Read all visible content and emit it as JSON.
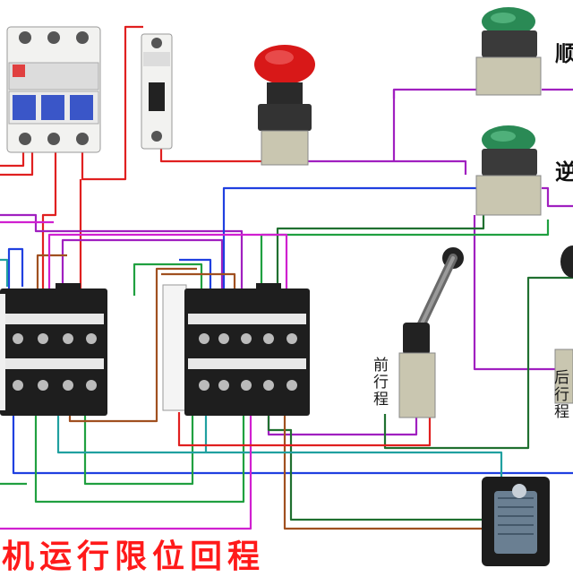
{
  "labels": {
    "forward_button": "顺",
    "reverse_button": "逆",
    "front_limit": "前行程",
    "rear_limit": "后行程",
    "title": "机运行限位回程"
  },
  "colors": {
    "wire_red": "#e02020",
    "wire_purple": "#a020c0",
    "wire_blue": "#2040e0",
    "wire_green": "#20a040",
    "wire_brown": "#a05020",
    "wire_teal": "#20a0a0",
    "wire_dark_green": "#207030",
    "wire_magenta": "#d020d0",
    "title": "#ff1a1a",
    "emergency_stop": "#d81818",
    "button_green": "#2a8a55"
  }
}
